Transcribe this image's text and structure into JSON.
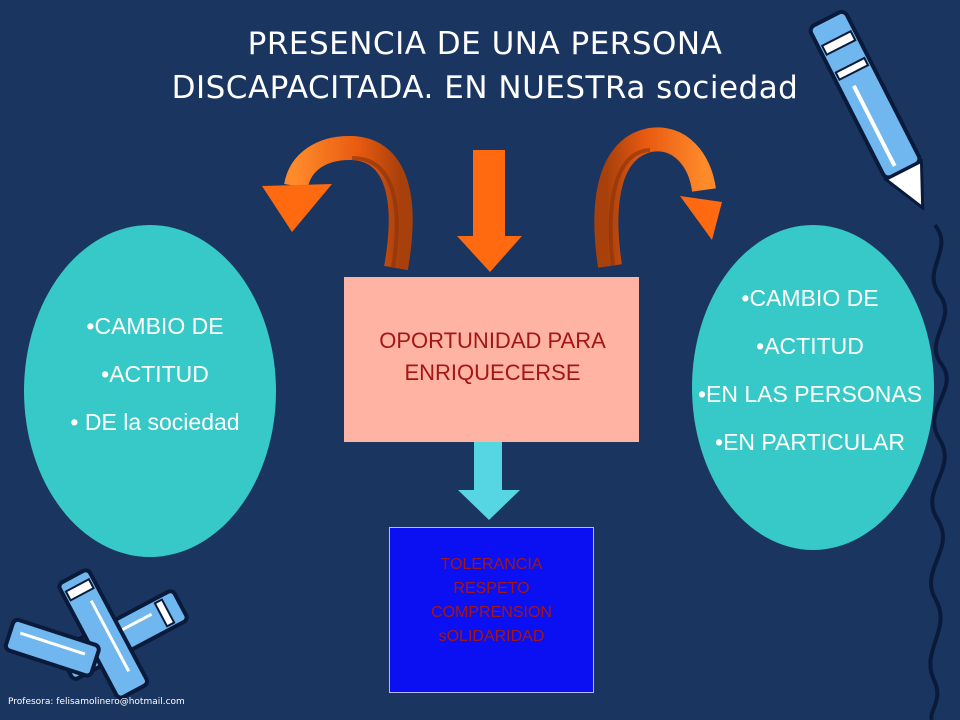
{
  "title": {
    "line1": "PRESENCIA DE UNA PERSONA",
    "line2": "DISCAPACITADA. EN NUESTRa sociedad"
  },
  "left_ellipse": {
    "items": [
      "CAMBIO DE",
      "ACTITUD",
      " DE la sociedad"
    ]
  },
  "right_ellipse": {
    "items": [
      "CAMBIO DE",
      "ACTITUD",
      "EN LAS PERSONAS",
      "EN PARTICULAR"
    ]
  },
  "center_box": {
    "line1": "OPORTUNIDAD PARA",
    "line2": "ENRIQUECERSE"
  },
  "values_box": {
    "items": [
      "TOLERANCIA",
      "RESPETO",
      "COMPRENSION",
      "sOLIDARIDAD"
    ]
  },
  "footer": {
    "text": "Profesora: felisamolinero@hotmail.com"
  },
  "colors": {
    "background": "#1a3560",
    "ellipse": "#37c9c7",
    "center_box": "#ffb3a3",
    "values_box": "#0a10f2",
    "orange_arrow": "#ff6a10",
    "cyan_arrow": "#55d6e2",
    "box_text": "#a31616"
  },
  "icons": [
    "pen-icon",
    "crossed-pens-icon",
    "wavy-line-decoration"
  ]
}
